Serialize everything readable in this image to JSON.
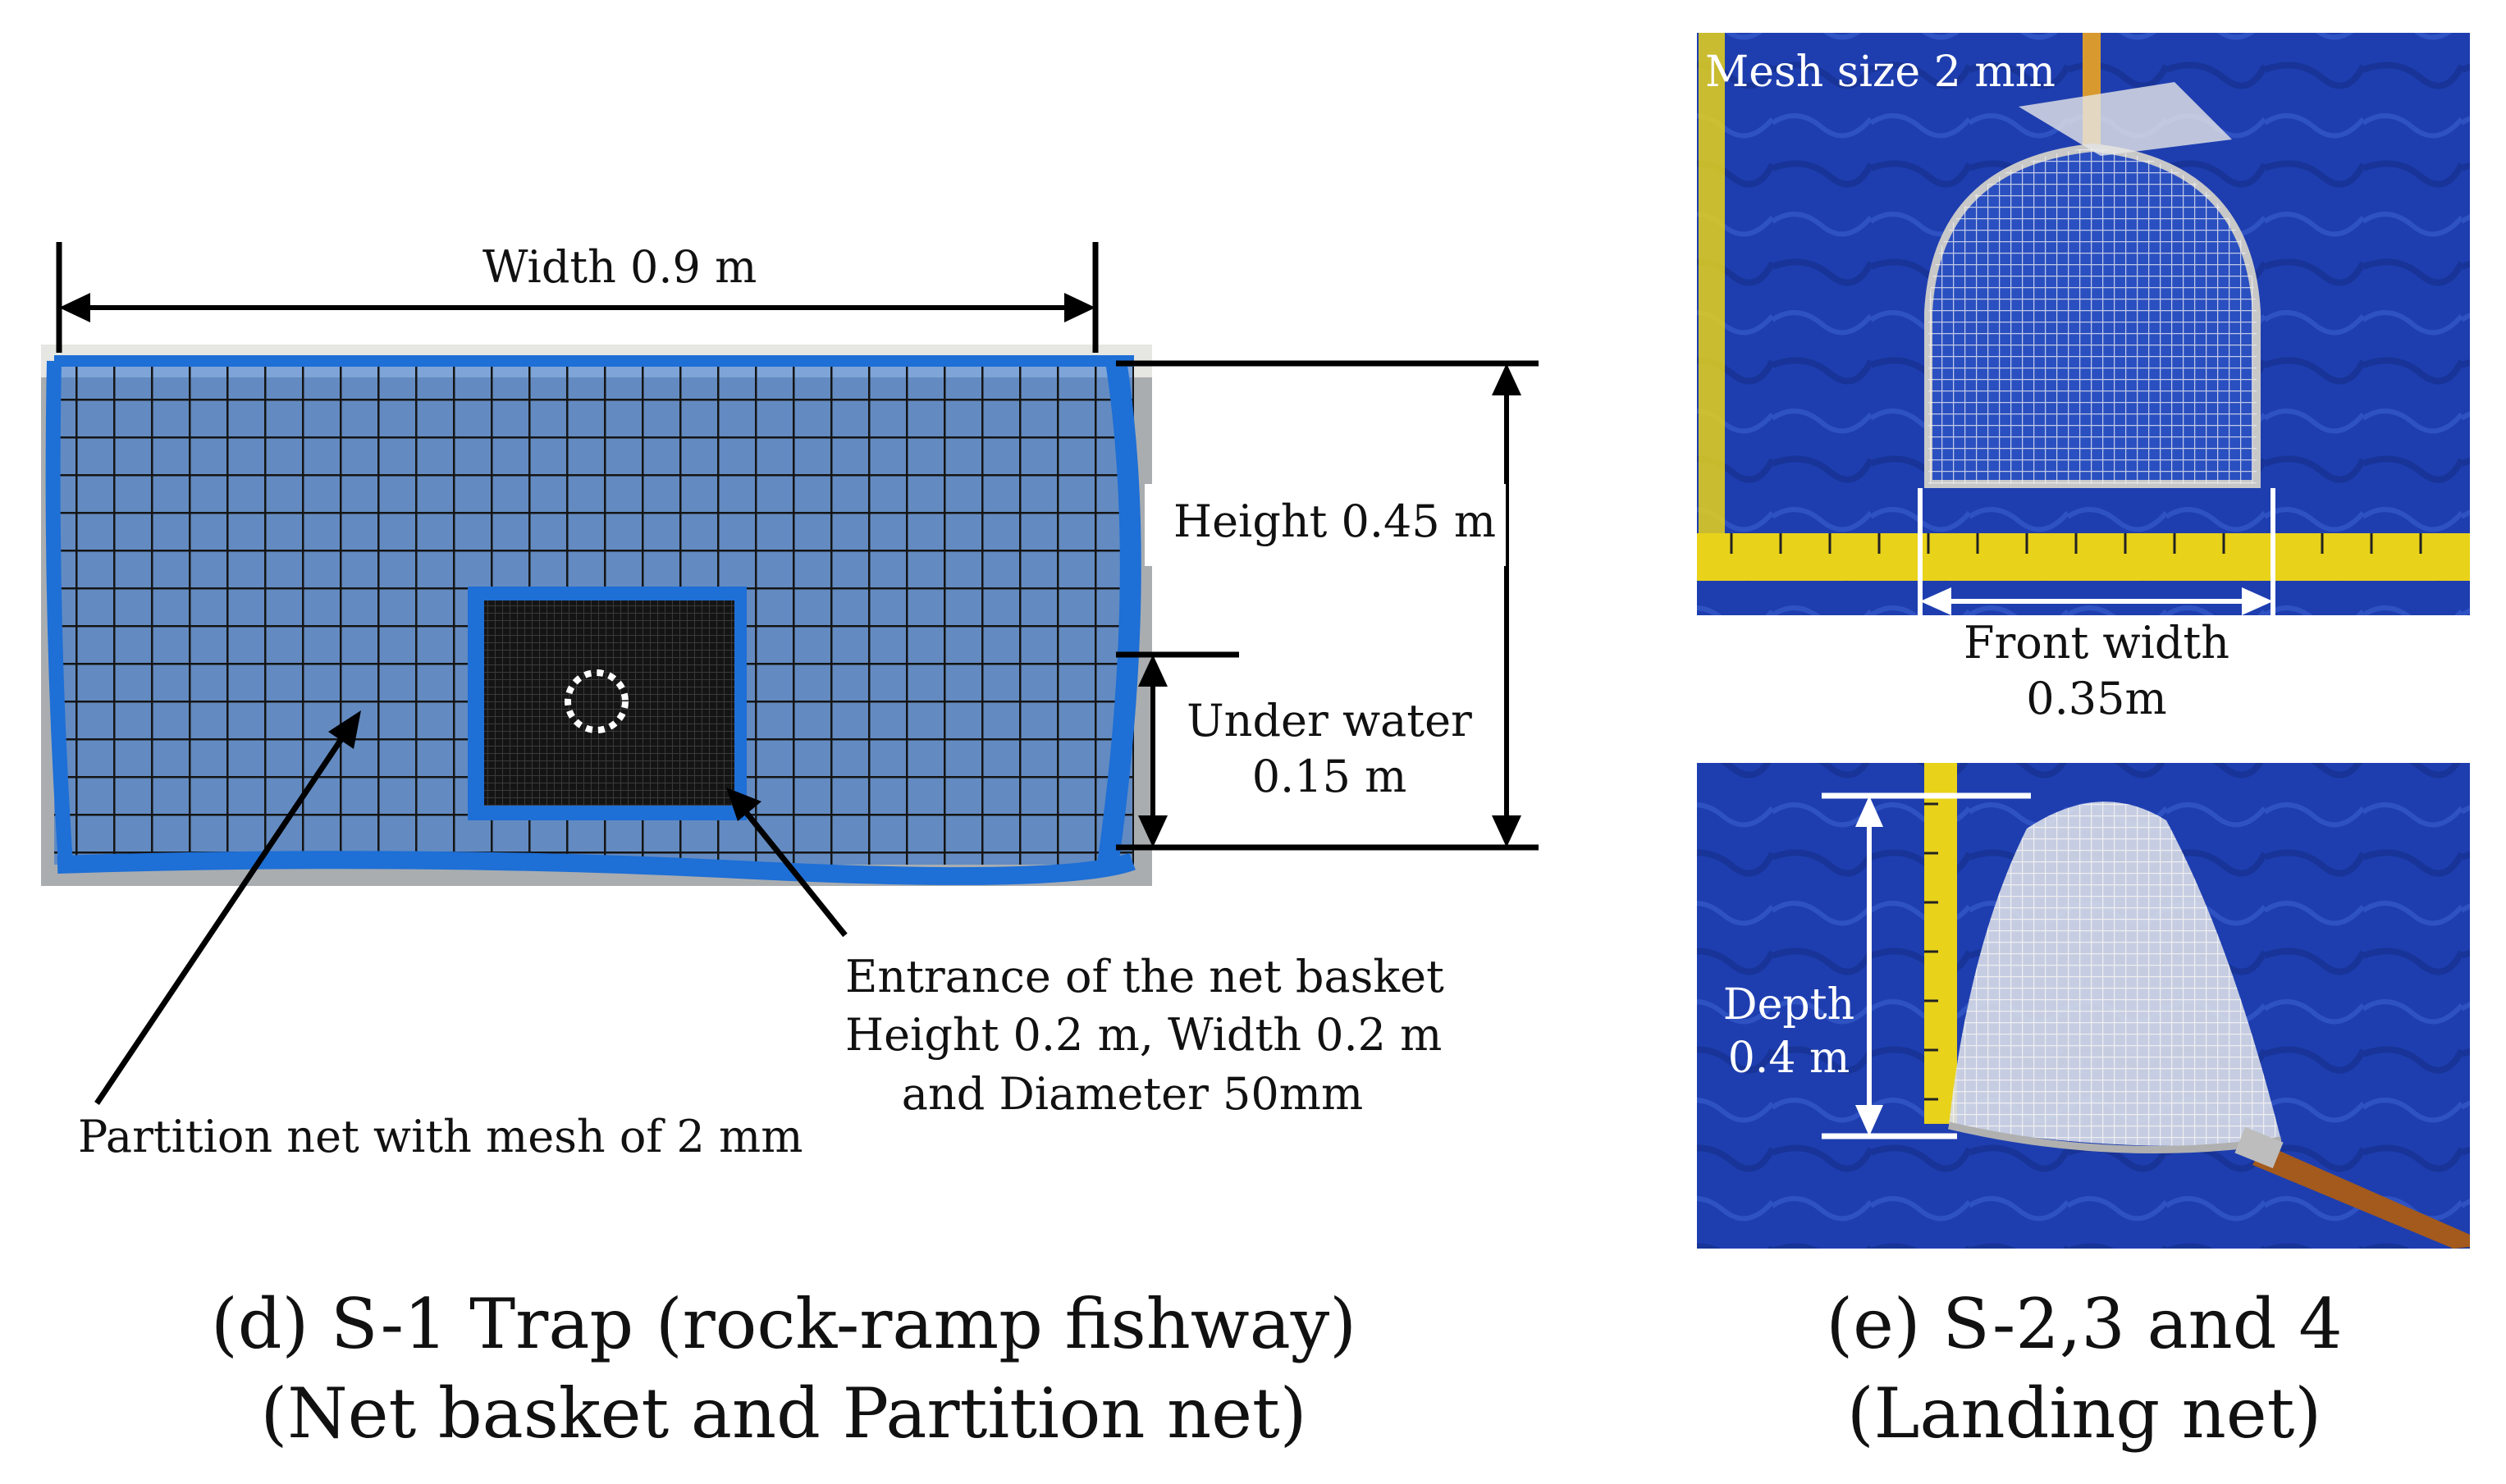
{
  "panel_d": {
    "width_label": "Width 0.9 m",
    "height_label": "Height 0.45 m",
    "under_water_label": [
      "Under water",
      "0.15 m"
    ],
    "entrance_label": [
      "Entrance of the net basket",
      "Height 0.2 m, Width 0.2 m",
      "and Diameter 50mm"
    ],
    "partition_label": "Partition net with mesh of 2 mm",
    "caption": [
      "(d) S-1 Trap (rock-ramp fishway)",
      "(Net basket and Partition net)"
    ]
  },
  "panel_e": {
    "mesh_label": "Mesh size 2 mm",
    "front_width_label": [
      "Front width",
      "0.35m"
    ],
    "depth_label": [
      "Depth",
      "0.4 m"
    ],
    "caption": [
      "(e) S-2,3 and 4",
      "(Landing net)"
    ]
  },
  "colors": {
    "tarp_blue": "#1f3fb0",
    "net_blue": "#1e6fd6",
    "ruler_yellow": "#e8d21a",
    "handle_brown": "#a35a1c"
  }
}
